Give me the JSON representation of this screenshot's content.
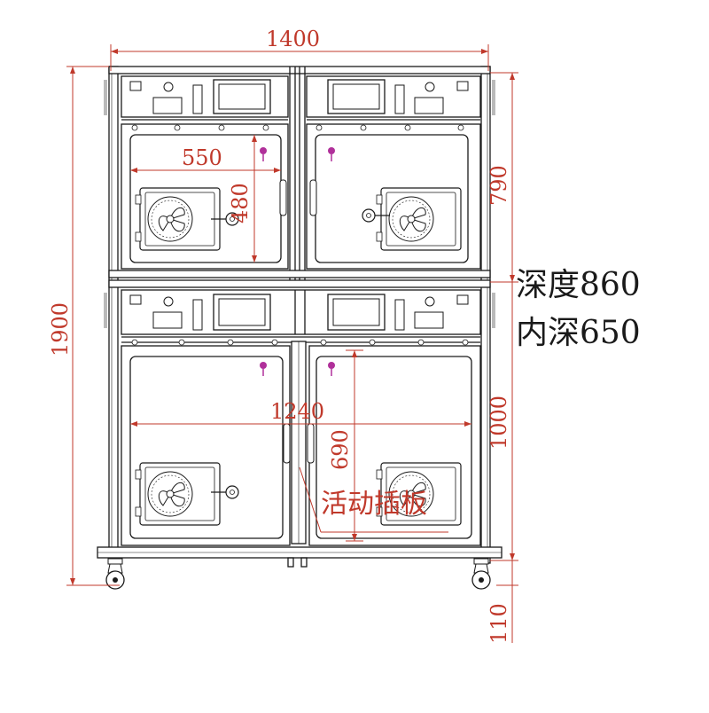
{
  "drawing": {
    "dimensions": {
      "overall_width": "1400",
      "overall_height": "1900",
      "upper_height": "790",
      "lower_height": "1000",
      "caster_height": "110",
      "upper_chamber_width": "550",
      "upper_chamber_height": "480",
      "lower_chamber_width": "1240",
      "lower_chamber_height": "690"
    },
    "notes": {
      "depth": "深度860",
      "inner_depth": "内深650",
      "partition": "活动插板"
    },
    "colors": {
      "line": "#1a1a1a",
      "dimension": "#c0392b",
      "handle": "#b0309a"
    }
  }
}
